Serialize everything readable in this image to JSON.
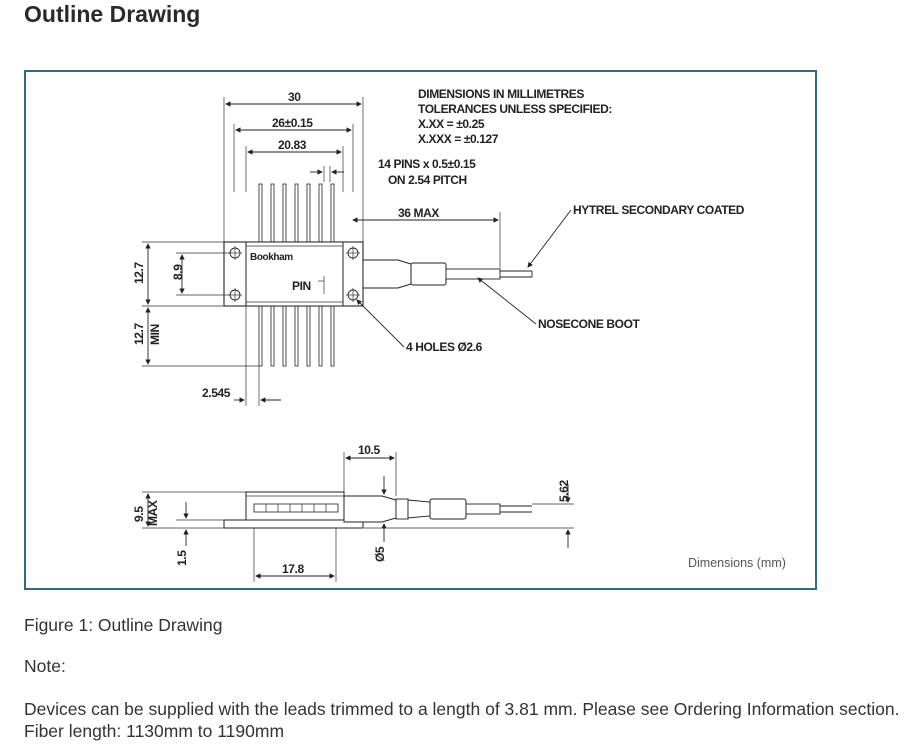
{
  "title": "Outline Drawing",
  "drawing": {
    "notes": {
      "line1": "DIMENSIONS IN MILLIMETRES",
      "line2": "TOLERANCES UNLESS SPECIFIED:",
      "line3": "X.XX = ±0.25",
      "line4": "X.XXX = ±0.127"
    },
    "top_view": {
      "dim_30": "30",
      "dim_26": "26±0.15",
      "dim_2083": "20.83",
      "pins_line1": "14 PINS x 0.5±0.15",
      "pins_line2": "ON 2.54 PITCH",
      "dim_36max": "36 MAX",
      "hytrel": "HYTREL SECONDARY COATED",
      "brand": "Bookham",
      "pin_label": "PIN",
      "nosecone": "NOSECONE BOOT",
      "holes": "4 HOLES Ø2.6",
      "dim_127": "12.7",
      "dim_89": "8.9",
      "dim_127min": "12.7",
      "min_label": "MIN",
      "dim_2545": "2.545"
    },
    "side_view": {
      "dim_105": "10.5",
      "dim_95": "9.5",
      "max_label": "MAX",
      "dim_15": "1.5",
      "dim_178": "17.8",
      "dim_05": "Ø5",
      "dim_562": "5.62"
    },
    "units_label": "Dimensions (mm)"
  },
  "caption": "Figure 1: Outline Drawing",
  "note_label": "Note:",
  "body_text": "Devices can be supplied with the leads trimmed to a length of 3.81 mm. Please see Ordering Information section. Fiber length: 1130mm to 1190mm"
}
